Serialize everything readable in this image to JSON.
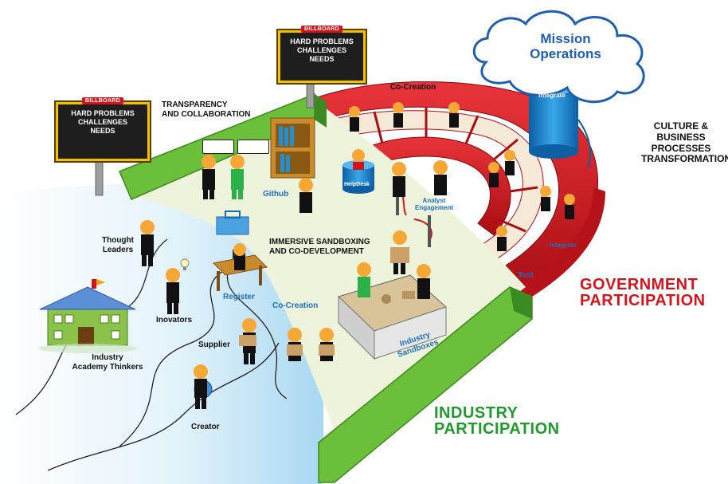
{
  "billboards": [
    {
      "tag": "BILLBOARD",
      "line1": "HARD PROBLEMS",
      "line2": "CHALLENGES",
      "line3": "NEEDS"
    },
    {
      "tag": "BILLBOARD",
      "line1": "HARD PROBLEMS",
      "line2": "CHALLENGES",
      "line3": "NEEDS"
    }
  ],
  "cloud": {
    "line1": "Mission",
    "line2": "Operations"
  },
  "labels": {
    "transparency_1": "TRANSPARENCY",
    "transparency_2": "AND COLLABORATION",
    "co_creation_top": "Co-Creation",
    "integrate_top": "Integrate",
    "culture_1": "CULTURE &",
    "culture_2": "BUSINESS",
    "culture_3": "PROCESSES",
    "culture_4": "TRANSFORMATION",
    "github": "Github",
    "helpdesk": "HelpDesk",
    "analyst_1": "Analyst",
    "analyst_2": "Engagement",
    "integrate_mid": "Integrate",
    "immersive_1": "IMMERSIVE SANDBOXING",
    "immersive_2": "AND CO-DEVELOPMENT",
    "thought_1": "Thought",
    "thought_2": "Leaders",
    "register": "Register",
    "co_creation_mid": "Co-Creation",
    "test": "Test",
    "gov_1": "GOVERNMENT",
    "gov_2": "PARTICIPATION",
    "inovators": "Inovators",
    "supplier": "Supplier",
    "academy_1": "Industry",
    "academy_2": "Academy Thinkers",
    "sandbox_1": "Industry",
    "sandbox_2": "Sandboxes",
    "creator": "Creator",
    "industry_1": "INDUSTRY",
    "industry_2": "PARTICIPATION"
  },
  "colors": {
    "green_wall": "#6cbf3a",
    "green_wall_dark": "#3c8a22",
    "red_ring": "#d4141c",
    "blue_zone": "#bfe3f7",
    "floor": "#eef4dc",
    "integrate_cylinder": "#1f8fd6"
  }
}
